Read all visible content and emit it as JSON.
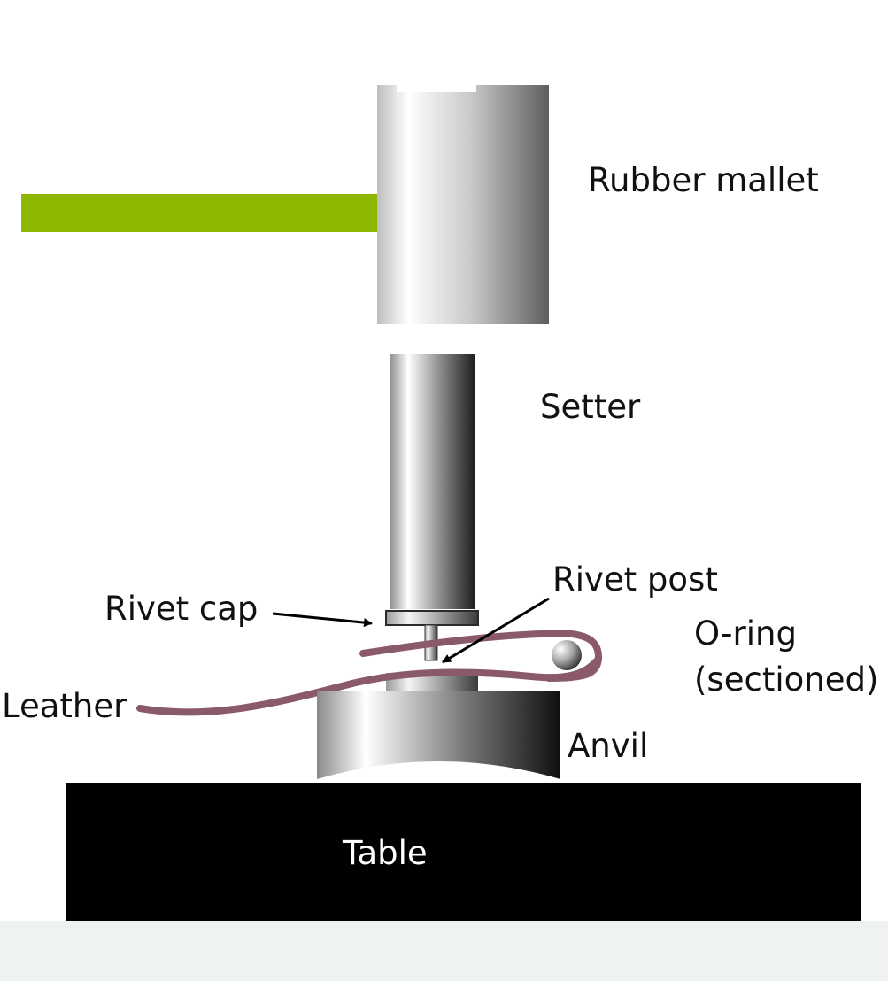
{
  "labels": {
    "rubber_mallet": "Rubber mallet",
    "setter": "Setter",
    "rivet_post": "Rivet post",
    "rivet_cap": "Rivet cap",
    "o_ring_line1": "O-ring",
    "o_ring_line2": "(sectioned)",
    "leather": "Leather",
    "anvil": "Anvil",
    "table": "Table"
  },
  "colors": {
    "handle": "#8db600",
    "leather": "#8a5a68",
    "table": "#000000",
    "bottom_band": "#eef2f2"
  }
}
